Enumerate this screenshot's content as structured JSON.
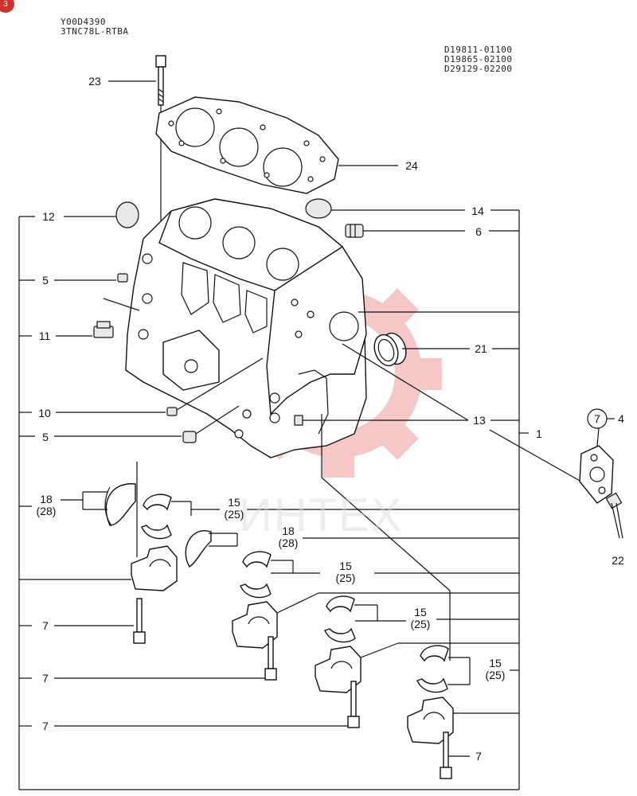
{
  "corner_badge": "3",
  "header": {
    "code": "Y00D4390",
    "model": "3TNC78L-RTBA",
    "serials": [
      "D19811-01100",
      "D19865-02100",
      "D29129-02200"
    ]
  },
  "watermark": "ИНТЕХ",
  "callouts": {
    "c1": "1",
    "c4": "4",
    "c5a": "5",
    "c5b": "5",
    "c6": "6",
    "c7a": "7",
    "c7b": "7",
    "c7c": "7",
    "c7d": "7",
    "c7circle": "7",
    "c10": "10",
    "c11": "11",
    "c12": "12",
    "c13": "13",
    "c14": "14",
    "c15a": "15",
    "c15a_alt": "(25)",
    "c15b": "15",
    "c15b_alt": "(25)",
    "c15c": "15",
    "c15c_alt": "(25)",
    "c15d": "15",
    "c15d_alt": "(25)",
    "c18a": "18",
    "c18a_alt": "(28)",
    "c18b": "18",
    "c18b_alt": "(28)",
    "c21": "21",
    "c22": "22",
    "c23": "23",
    "c24": "24"
  },
  "colors": {
    "line": "#111111",
    "badge": "#d0312d",
    "watermark": "#e03a3a"
  }
}
